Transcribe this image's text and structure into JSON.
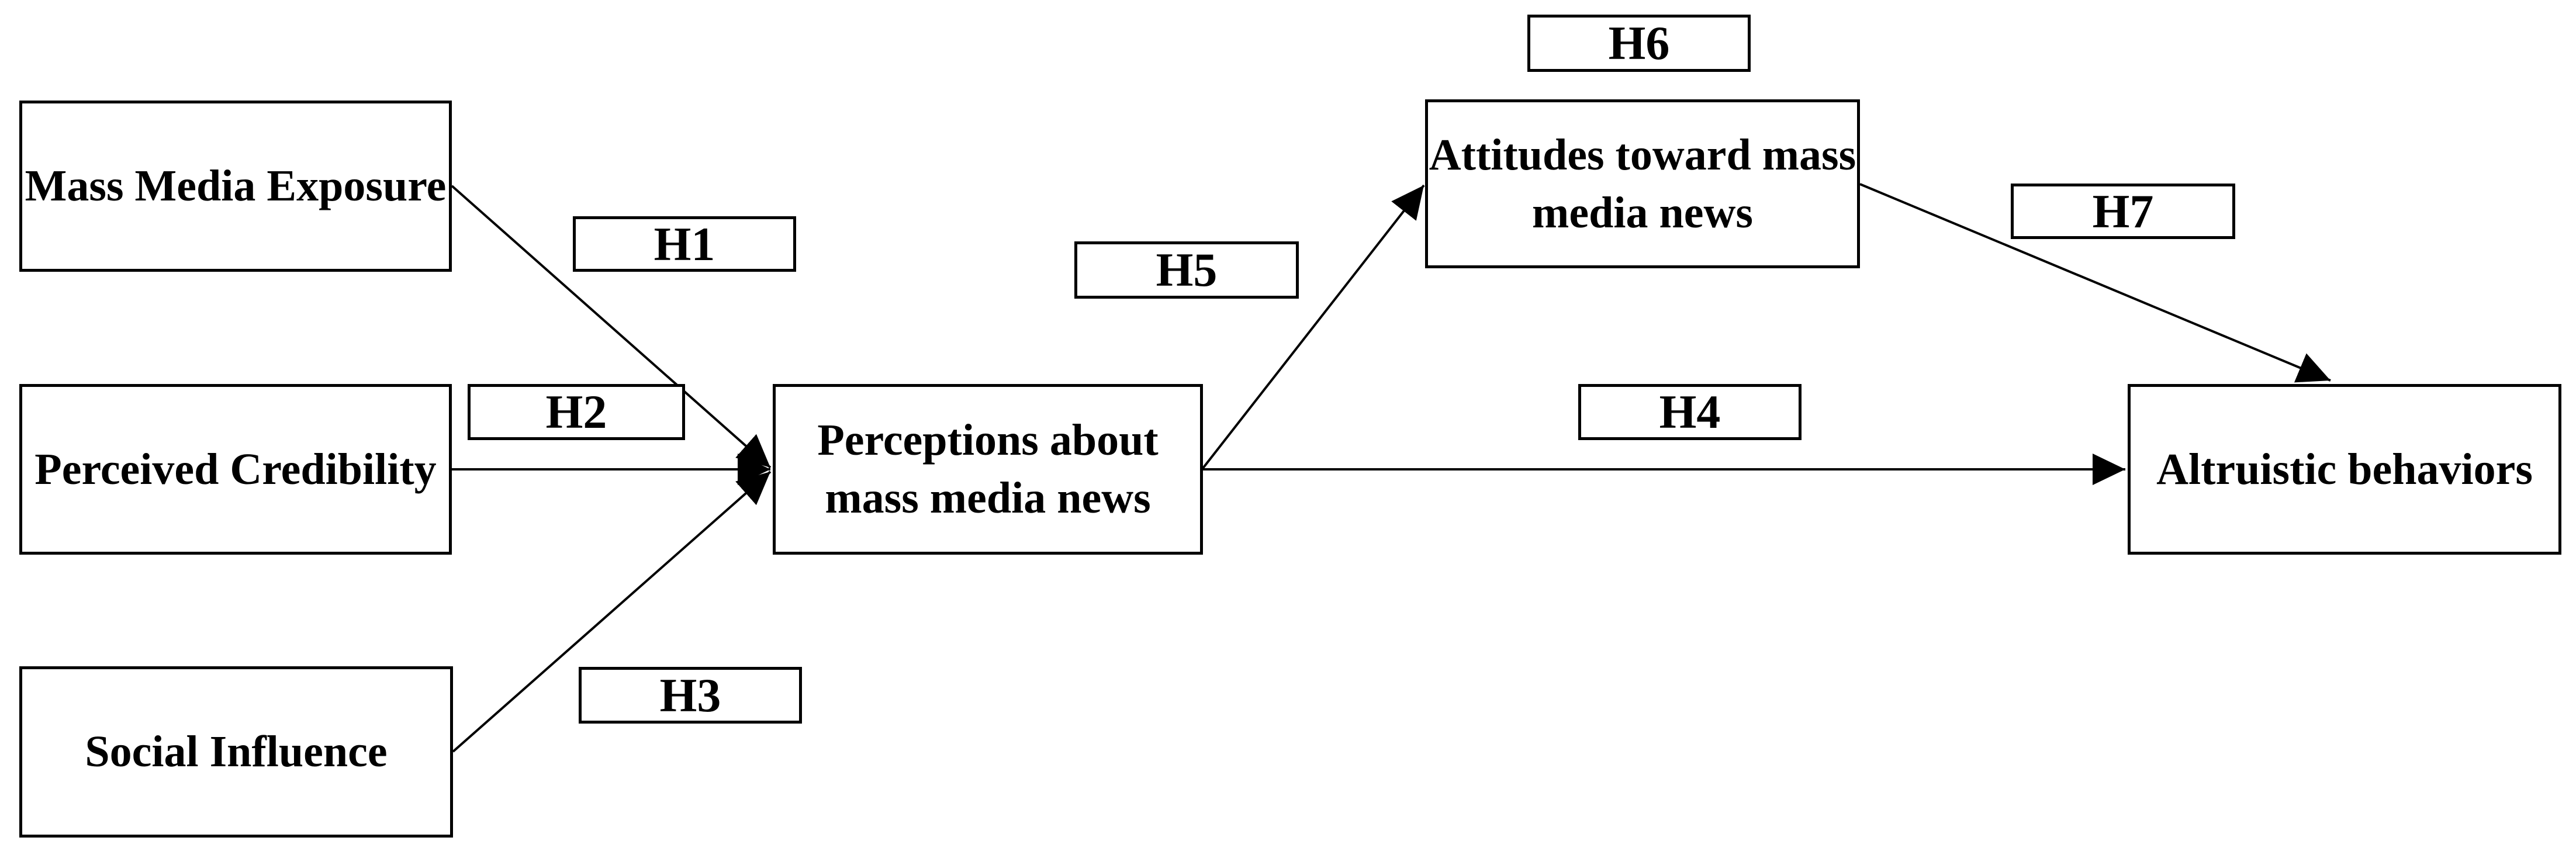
{
  "figure": {
    "type": "path-model-diagram",
    "colors": {
      "background": "#ffffff",
      "line": "#000000",
      "box_fill": "#ffffff",
      "text": "#000000"
    },
    "nodes": [
      {
        "id": "mass_media_exposure",
        "label": "Mass Media Exposure",
        "lines": [
          "Mass Media Exposure"
        ]
      },
      {
        "id": "perceived_credibility",
        "label": "Perceived Credibility",
        "lines": [
          "Perceived Credibility"
        ]
      },
      {
        "id": "social_influence",
        "label": "Social Influence",
        "lines": [
          "Social Influence"
        ]
      },
      {
        "id": "perceptions",
        "label": "Perceptions about mass media news",
        "lines": [
          "Perceptions about",
          "mass media news"
        ]
      },
      {
        "id": "attitudes",
        "label": "Attitudes toward mass media news",
        "lines": [
          "Attitudes toward mass",
          "media news"
        ]
      },
      {
        "id": "altruistic",
        "label": "Altruistic behaviors",
        "lines": [
          "Altruistic behaviors"
        ]
      }
    ],
    "hypotheses": [
      {
        "id": "H1",
        "label": "H1"
      },
      {
        "id": "H2",
        "label": "H2"
      },
      {
        "id": "H3",
        "label": "H3"
      },
      {
        "id": "H4",
        "label": "H4"
      },
      {
        "id": "H5",
        "label": "H5"
      },
      {
        "id": "H6",
        "label": "H6"
      },
      {
        "id": "H7",
        "label": "H7"
      }
    ],
    "edges": [
      {
        "hypothesis": "H1",
        "from": "Mass Media Exposure",
        "to": "Perceptions about mass media news"
      },
      {
        "hypothesis": "H2",
        "from": "Perceived Credibility",
        "to": "Perceptions about mass media news"
      },
      {
        "hypothesis": "H3",
        "from": "Social Influence",
        "to": "Perceptions about mass media news"
      },
      {
        "hypothesis": "H4",
        "from": "Perceptions about mass media news",
        "to": "Altruistic behaviors"
      },
      {
        "hypothesis": "H5",
        "from": "Perceptions about mass media news",
        "to": "Attitudes toward mass media news"
      },
      {
        "hypothesis": "H7",
        "from": "Attitudes toward mass media news",
        "to": "Altruistic behaviors"
      }
    ],
    "notes": {
      "h6_placement": "label box above attitudes node, no attached arrow"
    }
  }
}
